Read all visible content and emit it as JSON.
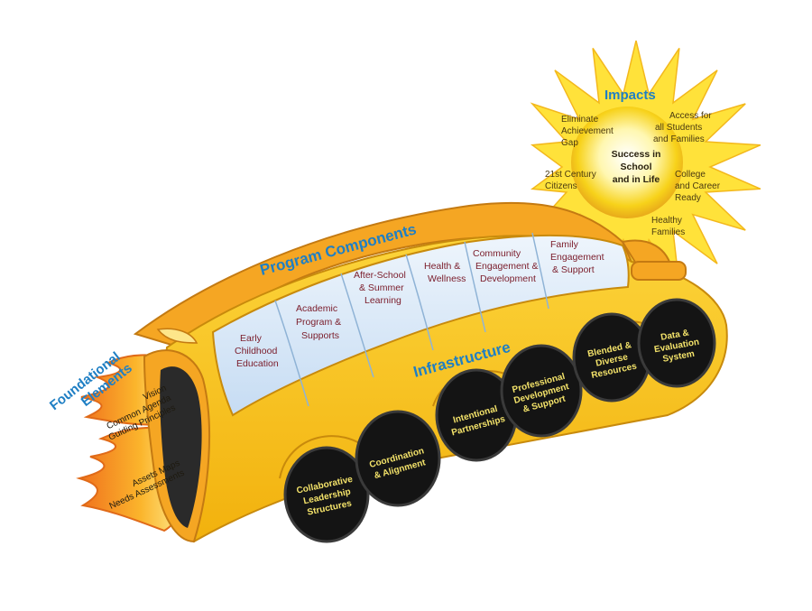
{
  "headings": {
    "program_components": "Program Components",
    "infrastructure": "Infrastructure",
    "foundational": [
      "Foundational",
      "Elements"
    ],
    "impacts": "Impacts"
  },
  "program_components": [
    {
      "lines": [
        "Early",
        "Childhood",
        "Education"
      ]
    },
    {
      "lines": [
        "Academic",
        "Program &",
        "Supports"
      ]
    },
    {
      "lines": [
        "After-School",
        "& Summer",
        "Learning"
      ]
    },
    {
      "lines": [
        "Health &",
        "Wellness"
      ]
    },
    {
      "lines": [
        "Community",
        "Engagement &",
        "Development"
      ]
    },
    {
      "lines": [
        "Family",
        "Engagement",
        "& Support"
      ]
    }
  ],
  "infrastructure": [
    {
      "lines": [
        "Collaborative",
        "Leadership",
        "Structures"
      ]
    },
    {
      "lines": [
        "Coordination",
        "& Alignment"
      ]
    },
    {
      "lines": [
        "Intentional",
        "Partnerships"
      ]
    },
    {
      "lines": [
        "Professional",
        "Development",
        "& Support"
      ]
    },
    {
      "lines": [
        "Blended &",
        "Diverse",
        "Resources"
      ]
    },
    {
      "lines": [
        "Data &",
        "Evaluation",
        "System"
      ]
    }
  ],
  "foundational_elements": [
    {
      "lines": [
        "Vision",
        "Common Agenda",
        "Guiding Principles"
      ]
    },
    {
      "lines": [
        "Assets Maps",
        "Needs Assessments"
      ]
    }
  ],
  "impacts": {
    "center": [
      "Success in",
      "School",
      "and in Life"
    ],
    "items": [
      {
        "lines": [
          "Eliminate",
          "Achievement",
          "Gap"
        ]
      },
      {
        "lines": [
          "Access for",
          "all Students",
          "and Families"
        ]
      },
      {
        "lines": [
          "21st Century",
          "Citizens"
        ]
      },
      {
        "lines": [
          "College",
          "and Career",
          "Ready"
        ]
      },
      {
        "lines": [
          "Healthy",
          "Families"
        ]
      }
    ]
  },
  "colors": {
    "bus_yellow": "#f9c316",
    "roof_orange": "#f5a623",
    "window_blue": "#d4e6f8",
    "heading_blue": "#1f7fc4",
    "component_text": "#7a1c2a",
    "wheel_black": "#141414",
    "wheel_text": "#f4e36a",
    "sun_yellow": "#ffe23a",
    "flame_orange": "#f5861f"
  }
}
